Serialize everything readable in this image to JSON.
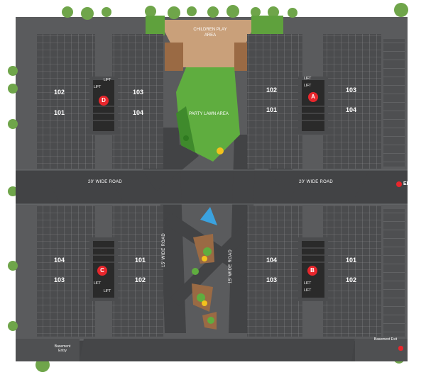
{
  "site": {
    "areas": {
      "children_play": "CHILDREN PLAY AREA",
      "party_lawn": "PARTY LAWN AREA"
    },
    "roads": {
      "road_20_left": "20' WIDE ROAD",
      "road_20_right": "20' WIDE ROAD",
      "road_15_left": "15' WIDE ROAD",
      "road_15_right": "15' WIDE ROAD"
    },
    "entry": "ENTRY",
    "basement_entry": "Basement Entry",
    "basement_exit": "Basement Exit",
    "lift_label": "LIFT"
  },
  "wings": {
    "D": {
      "letter": "D",
      "units": [
        "102",
        "103",
        "101",
        "104"
      ]
    },
    "A": {
      "letter": "A",
      "units": [
        "102",
        "103",
        "101",
        "104"
      ]
    },
    "C": {
      "letter": "C",
      "units": [
        "104",
        "101",
        "103",
        "102"
      ]
    },
    "B": {
      "letter": "B",
      "units": [
        "104",
        "101",
        "103",
        "102"
      ]
    }
  },
  "colors": {
    "ground": "#5a5b5d",
    "road": "#424345",
    "building": "#4b4c4e",
    "lawn": "#5fad3f",
    "play_area": "#c9a07a",
    "water": "#3aa2df",
    "marker": "#e8262c"
  }
}
